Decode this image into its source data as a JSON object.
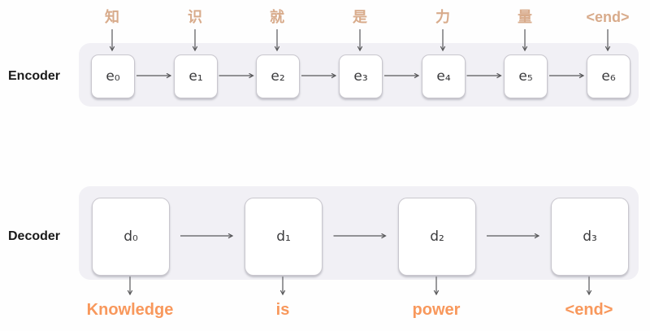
{
  "encoder": {
    "label": "Encoder",
    "inputs": [
      "知",
      "识",
      "就",
      "是",
      "力",
      "量",
      "<end>"
    ],
    "cells": [
      "e₀",
      "e₁",
      "e₂",
      "e₃",
      "e₄",
      "e₅",
      "e₆"
    ]
  },
  "decoder": {
    "label": "Decoder",
    "cells": [
      "d₀",
      "d₁",
      "d₂",
      "d₃"
    ],
    "outputs": [
      "Knowledge",
      "is",
      "power",
      "<end>"
    ]
  },
  "colors": {
    "page_bg": "#fefefe",
    "container_bg": "#f1f0f5",
    "cell_bg": "#ffffff",
    "cell_border": "#c9c7ce",
    "cell_text": "#3c3c3e",
    "section_label": "#1a1a1a",
    "input_label": "#d8ab8b",
    "output_label": "#f8985c",
    "arrow": "#58585a"
  }
}
